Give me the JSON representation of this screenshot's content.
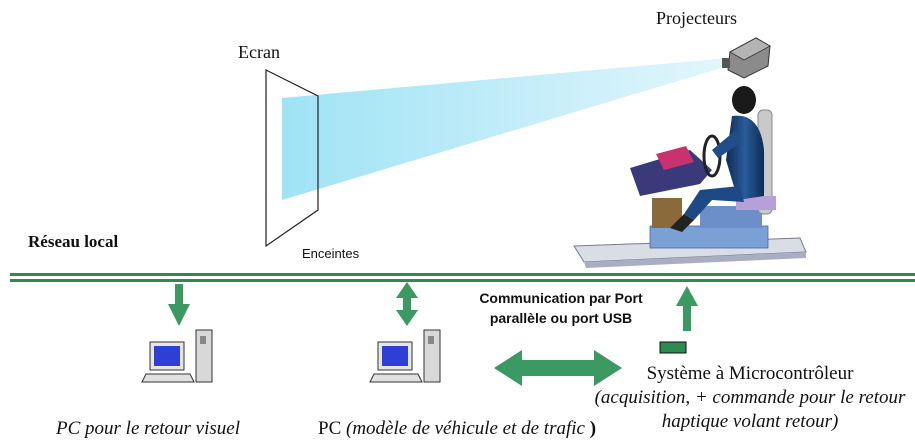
{
  "labels": {
    "projecteurs": "Projecteurs",
    "ecran": "Ecran",
    "reseau_local": "Réseau local",
    "enceintes": "Enceintes",
    "communication": "Communication par Port parallèle ou port USB",
    "pc_retour_visuel": "PC pour le retour visuel",
    "pc_modele_prefix": "PC",
    "pc_modele_detail": "(modèle de véhicule et de trafic",
    "pc_modele_close": ")",
    "microcontroleur_title": "Système à Microcontrôleur",
    "microcontroleur_detail": "(acquisition, + commande pour le retour haptique volant retour)"
  },
  "colors": {
    "network_line": "#2f8a53",
    "arrow": "#3a9a62",
    "projection_beam": "#bfeaf7",
    "microcontroller_box": "#2d8a50"
  }
}
